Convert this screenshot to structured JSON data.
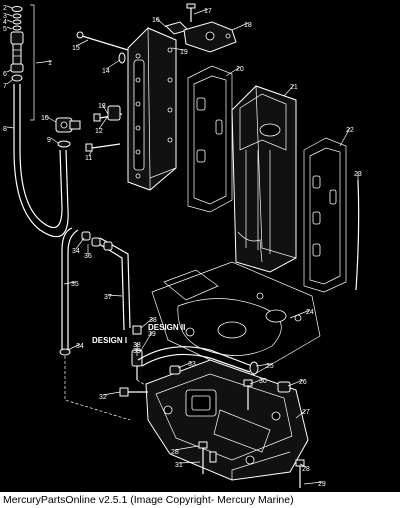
{
  "diagram": {
    "callouts": [
      "1",
      "2",
      "3",
      "4",
      "5",
      "6",
      "7",
      "8",
      "9",
      "10",
      "11",
      "12",
      "13",
      "14",
      "15",
      "16",
      "17",
      "18",
      "19",
      "20",
      "21",
      "22",
      "23",
      "24",
      "25",
      "26",
      "27",
      "28",
      "29",
      "30",
      "31",
      "32",
      "33",
      "34",
      "35",
      "36",
      "37",
      "38",
      "39"
    ],
    "design_labels": {
      "design_2": "DESIGN II",
      "design_1": "DESIGN I"
    },
    "colors": {
      "background": "#000000",
      "line": "#ffffff",
      "footer_bg": "#ffffff",
      "footer_text": "#000000"
    }
  },
  "footer": {
    "text": "MercuryPartsOnline v2.5.1 (Image Copyright- Mercury Marine)"
  }
}
